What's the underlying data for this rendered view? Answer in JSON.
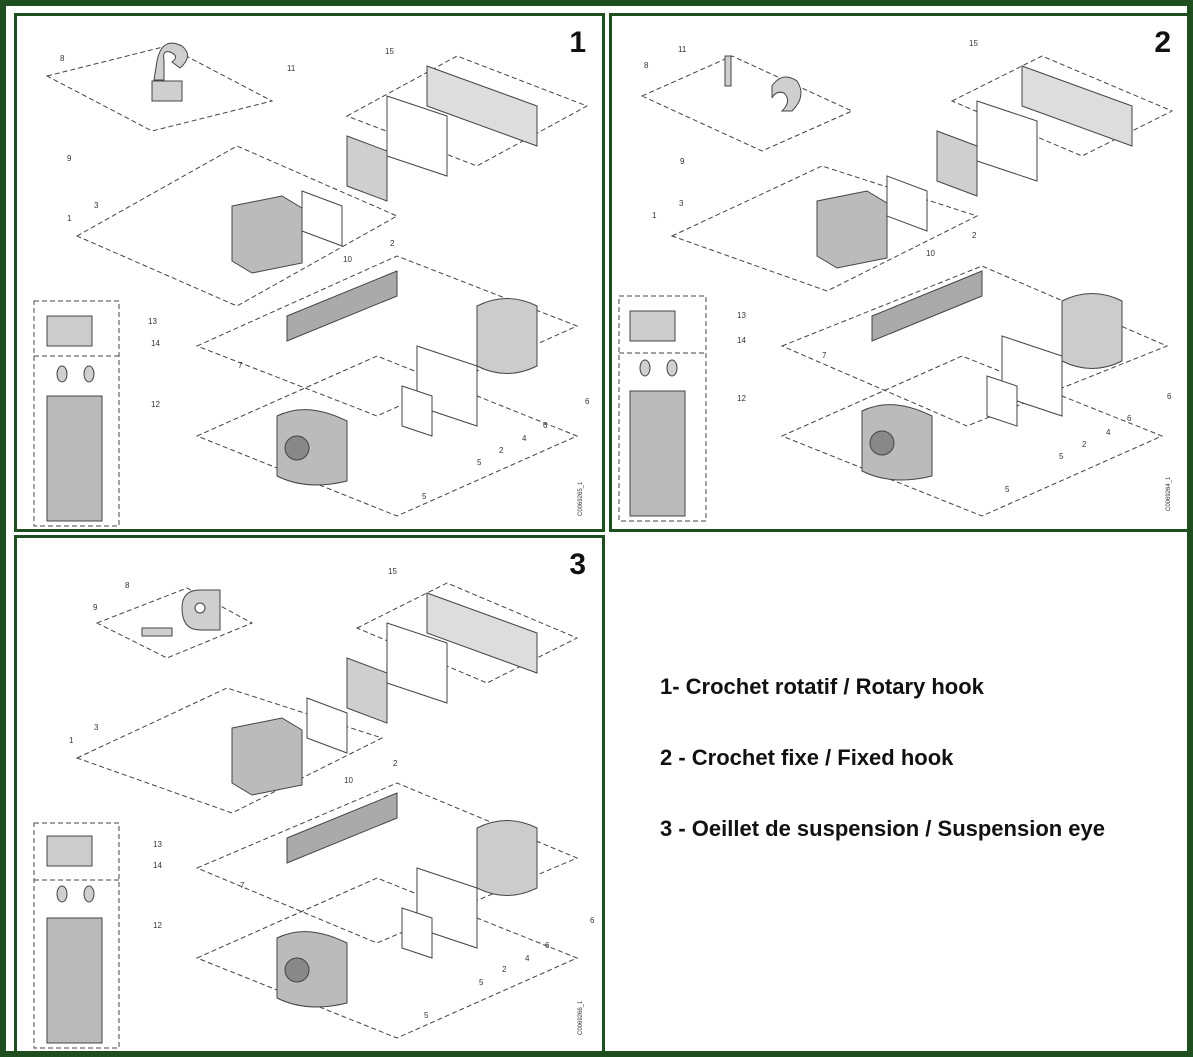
{
  "panels": [
    {
      "number": "1",
      "callouts": [
        "8",
        "9",
        "11",
        "15",
        "1",
        "3",
        "2",
        "10",
        "7",
        "13",
        "14",
        "12",
        "6",
        "6",
        "4",
        "2",
        "5",
        "5"
      ],
      "ref_code": "C0069265_1"
    },
    {
      "number": "2",
      "callouts": [
        "8",
        "9",
        "11",
        "15",
        "1",
        "3",
        "2",
        "10",
        "7",
        "13",
        "14",
        "12",
        "6",
        "6",
        "4",
        "2",
        "5",
        "5"
      ],
      "ref_code": "C0069264_1"
    },
    {
      "number": "3",
      "callouts": [
        "8",
        "9",
        "15",
        "1",
        "3",
        "2",
        "10",
        "7",
        "13",
        "14",
        "12",
        "6",
        "6",
        "4",
        "2",
        "5",
        "5"
      ],
      "ref_code": "C0069266_1"
    }
  ],
  "legend": [
    "1- Crochet rotatif / Rotary hook",
    "2 - Crochet fixe / Fixed hook",
    "3 - Oeillet de suspension / Suspension eye"
  ],
  "colors": {
    "frame": "#1f4f1f",
    "line": "#444444",
    "part_fill": "#cfcfcf"
  }
}
